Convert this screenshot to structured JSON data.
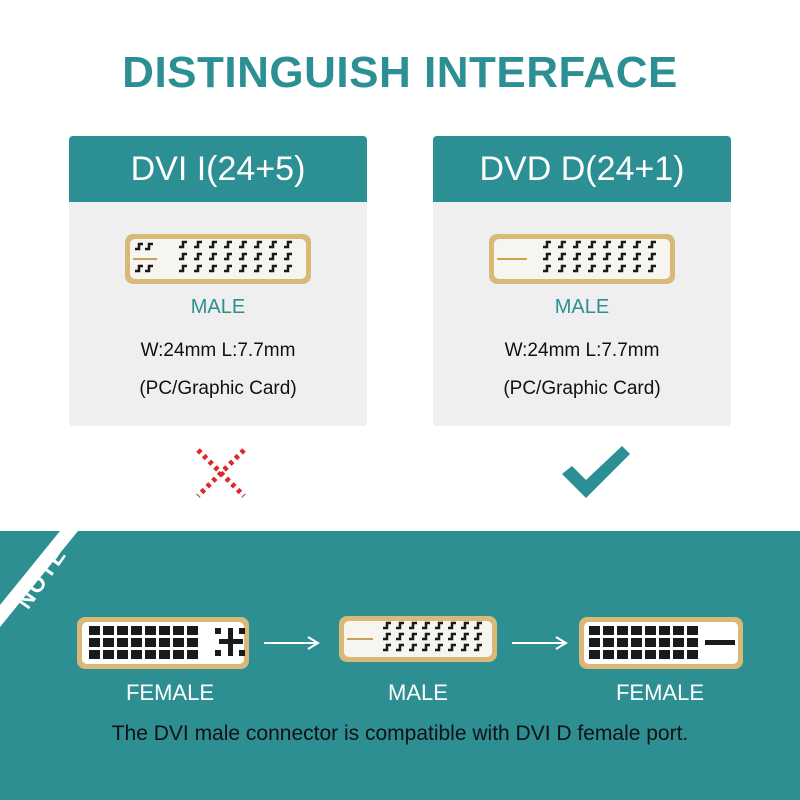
{
  "title": "DISTINGUISH INTERFACE",
  "cards": [
    {
      "header": "DVI I(24+5)",
      "gender": "MALE",
      "dimensions": "W:24mm L:7.7mm",
      "usage": "(PC/Graphic Card)",
      "verdict_icon": "red-cross-icon"
    },
    {
      "header": "DVD D(24+1)",
      "gender": "MALE",
      "dimensions": "W:24mm L:7.7mm",
      "usage": "(PC/Graphic Card)",
      "verdict_icon": "teal-check-icon"
    }
  ],
  "note": {
    "tab_label": "NOTE",
    "labels": [
      "FEMALE",
      "MALE",
      "FEMALE"
    ],
    "footer": "The DVI male connector is compatible with DVI D female port."
  },
  "colors": {
    "accent": "#2b8f93",
    "band": "#2d8f92",
    "card_bg": "#efefef",
    "cross": "#e0262b",
    "gold": "#d9b878"
  }
}
